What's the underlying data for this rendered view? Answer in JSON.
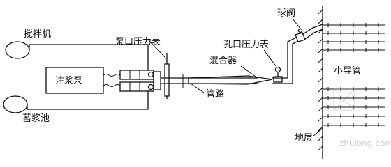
{
  "labels": {
    "mixer": "搅拌机",
    "storage_tank": "蓄浆池",
    "grout_pump": "注浆泵",
    "pump_pressure_gauge": "泵口压力表",
    "hole_pressure_gauge": "孔口压力表",
    "ball_valve": "球阀",
    "mixing_device": "混合器",
    "pipeline": "管路",
    "small_conduit": "小导管",
    "stratum": "地层"
  },
  "watermark": "zhulong.com"
}
